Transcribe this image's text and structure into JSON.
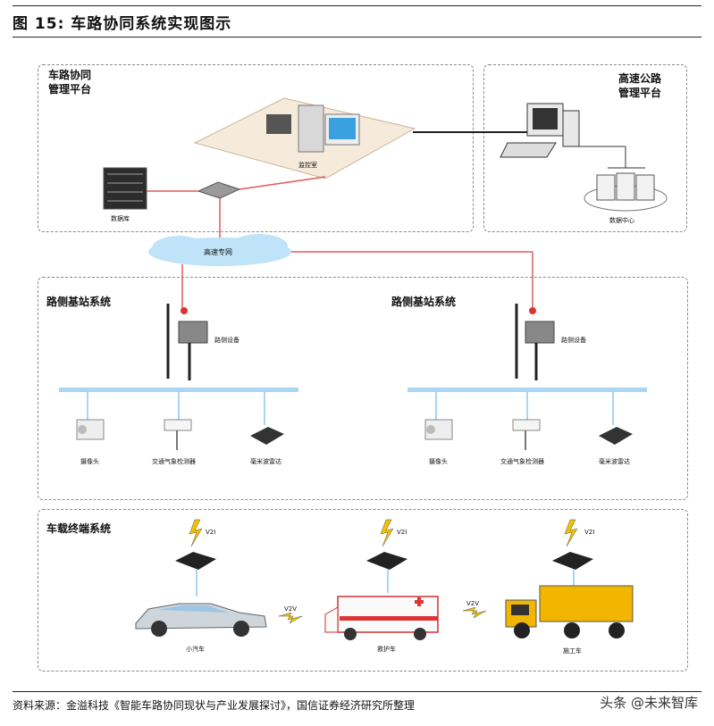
{
  "header": {
    "title": "图 15:  车路协同系统实现图示"
  },
  "platform": {
    "label": "车路协同\n管理平台",
    "monitor_label": "监控室",
    "database_label": "数据库"
  },
  "highway_platform": {
    "label": "高速公路\n管理平台",
    "datacenter_label": "数据中心"
  },
  "network": {
    "label": "高速专网"
  },
  "roadside_left": {
    "label": "路侧基站系统",
    "device_label": "路侧设备",
    "camera_label": "摄像头",
    "weather_label": "交通气象检测器",
    "rsu_label": "毫米波雷达"
  },
  "roadside_right": {
    "label": "路侧基站系统",
    "device_label": "路侧设备",
    "camera_label": "摄像头",
    "weather_label": "交通气象检测器",
    "rsu_label": "毫米波雷达"
  },
  "vehicle_system": {
    "label": "车载终端系统",
    "v2i_label": "V2I",
    "v2v_label": "V2V",
    "car_label": "小汽车",
    "ambulance_label": "救护车",
    "truck_label": "施工车"
  },
  "source": {
    "text": "资料来源：金溢科技《智能车路协同现状与产业发展探讨》，国信证券经济研究所整理",
    "watermark": "头条 @未来智库"
  },
  "colors": {
    "link": "#e05a5a",
    "bus": "#a9d6f0",
    "cloud": "#bfe3f8"
  }
}
